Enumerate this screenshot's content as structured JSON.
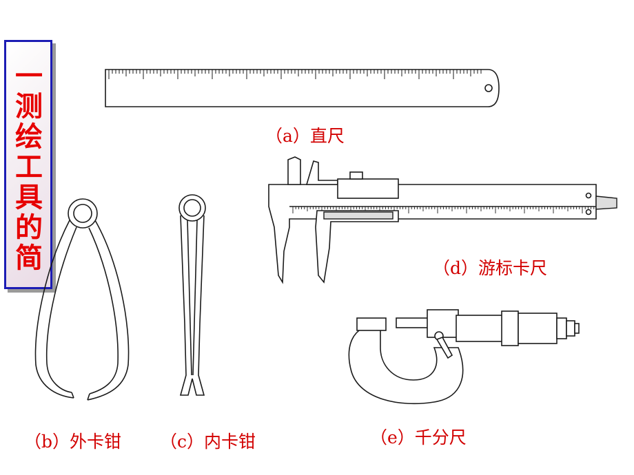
{
  "title": "一测绘工具的简介",
  "captions": {
    "ruler": "（a）直尺",
    "outside_caliper": "（b）外卡钳",
    "inside_caliper": "（c）内卡钳",
    "vernier_caliper": "（d）游标卡尺",
    "micrometer": "（e）千分尺"
  },
  "colors": {
    "title_text": "#e60000",
    "title_border": "#1c1cb4",
    "caption_text": "#d20000",
    "line_art": "#1a1a1a"
  }
}
